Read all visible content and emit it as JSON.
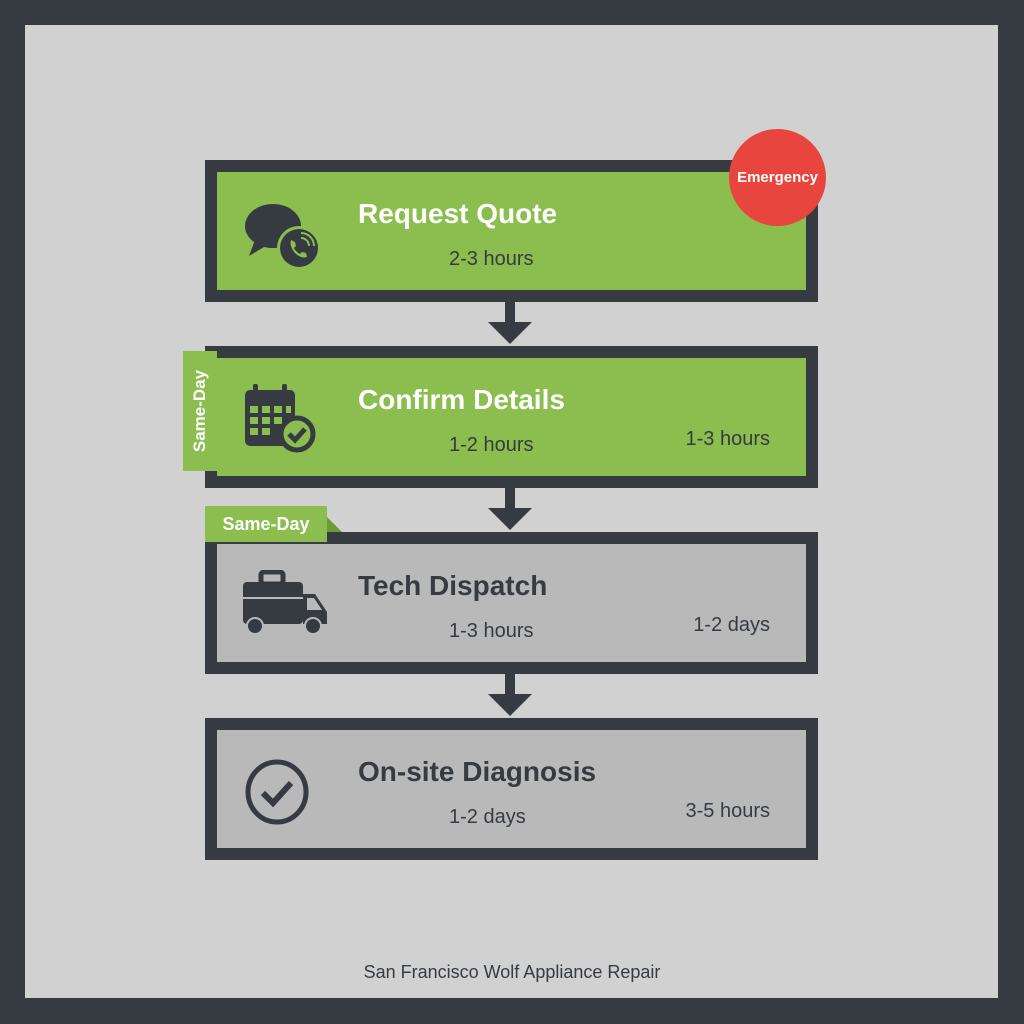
{
  "steps": [
    {
      "title": "Request Quote",
      "duration": "2-3 hours",
      "icon": "chat-phone-icon",
      "state": "active"
    },
    {
      "title": "Confirm Details",
      "duration": "1-2 hours",
      "alt_duration": "1-3 hours",
      "icon": "calendar-check-icon",
      "state": "active"
    },
    {
      "title": "Tech Dispatch",
      "duration": "1-3 hours",
      "alt_duration": "1-2 days",
      "icon": "toolbox-truck-icon",
      "state": "inactive"
    },
    {
      "title": "On-site Diagnosis",
      "duration": "1-2 days",
      "alt_duration": "3-5 hours",
      "icon": "check-circle-icon",
      "state": "inactive"
    }
  ],
  "badges": {
    "emergency": "Emergency",
    "same_day_vertical": "Same-Day",
    "same_day_tab": "Same-Day"
  },
  "footer": "San Francisco Wolf Appliance Repair",
  "colors": {
    "green": "#8bbd4f",
    "dark": "#363b42",
    "red": "#e8453f",
    "grey": "#b9b9b9",
    "background": "#d1d1d1"
  }
}
